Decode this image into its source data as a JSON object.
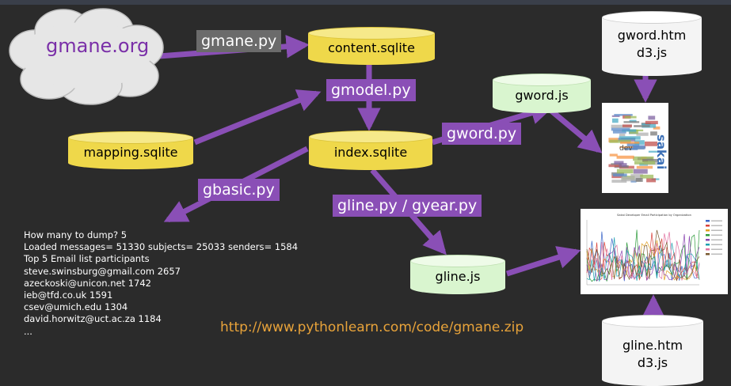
{
  "nodes": {
    "gmane_org": "gmane.org",
    "content_sqlite": "content.sqlite",
    "mapping_sqlite": "mapping.sqlite",
    "index_sqlite": "index.sqlite",
    "gword_js": "gword.js",
    "gline_js": "gline.js",
    "gword_htm": [
      "gword.htm",
      "d3.js"
    ],
    "gline_htm": [
      "gline.htm",
      "d3.js"
    ]
  },
  "scripts": {
    "gmane_py": "gmane.py",
    "gmodel_py": "gmodel.py",
    "gword_py": "gword.py",
    "gbasic_py": "gbasic.py",
    "gline_gyear": "gline.py / gyear.py"
  },
  "console": [
    "How many to dump? 5",
    "Loaded messages= 51330 subjects= 25033 senders= 1584",
    "Top 5 Email list participants",
    "steve.swinsburg@gmail.com 2657",
    "azeckoski@unicon.net 1742",
    "ieb@tfd.co.uk 1591",
    "csev@umich.edu 1304",
    "david.horwitz@uct.ac.za 1184",
    "..."
  ],
  "url": "http://www.pythonlearn.com/code/gmane.zip",
  "colors": {
    "background": "#2b2b2b",
    "arrow": "#8a4fb6",
    "database": "#efd84a",
    "output_js": "#d9f5cf",
    "url": "#e8a33a"
  },
  "wordcloud": {
    "words": [
      "sakai",
      "dev"
    ]
  },
  "linechart": {
    "title": "Sakai Developer Email Participation by Organization",
    "series_colors": [
      "#3b66c8",
      "#d9423a",
      "#e0a020",
      "#2c9a3a",
      "#8a44b0",
      "#1fa0b0",
      "#e070a0",
      "#7a5a30"
    ]
  }
}
